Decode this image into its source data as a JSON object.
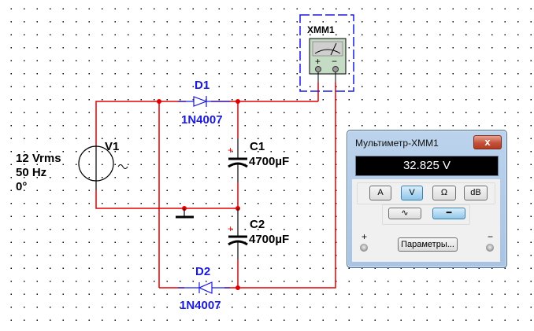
{
  "schematic": {
    "source": {
      "ref": "V1",
      "voltage": "12 Vrms",
      "frequency": "50 Hz",
      "phase": "0°"
    },
    "diodes": [
      {
        "ref": "D1",
        "model": "1N4007"
      },
      {
        "ref": "D2",
        "model": "1N4007"
      }
    ],
    "capacitors": [
      {
        "ref": "C1",
        "value": "4700µF",
        "polarity": "+"
      },
      {
        "ref": "C2",
        "value": "4700µF",
        "polarity": "+"
      }
    ],
    "meter_symbol": {
      "ref": "XMM1",
      "plus": "+",
      "minus": "−"
    },
    "colors": {
      "wire": "#e00000",
      "component": "#000000",
      "diode": "#1a1adc",
      "meter_frame": "#1a1adc",
      "meter_face": "#c4dcc4"
    }
  },
  "multimeter": {
    "title": "Мультиметр-XMM1",
    "close_label": "x",
    "reading": "32.825 V",
    "modes": [
      {
        "label": "A",
        "active": false
      },
      {
        "label": "V",
        "active": true
      },
      {
        "label": "Ω",
        "active": false
      },
      {
        "label": "dB",
        "active": false
      }
    ],
    "signal": [
      {
        "name": "ac",
        "label": "∿",
        "active": false
      },
      {
        "name": "dc",
        "label": "━",
        "active": true
      }
    ],
    "settings_label": "Параметры...",
    "plus_label": "+",
    "minus_label": "−"
  }
}
